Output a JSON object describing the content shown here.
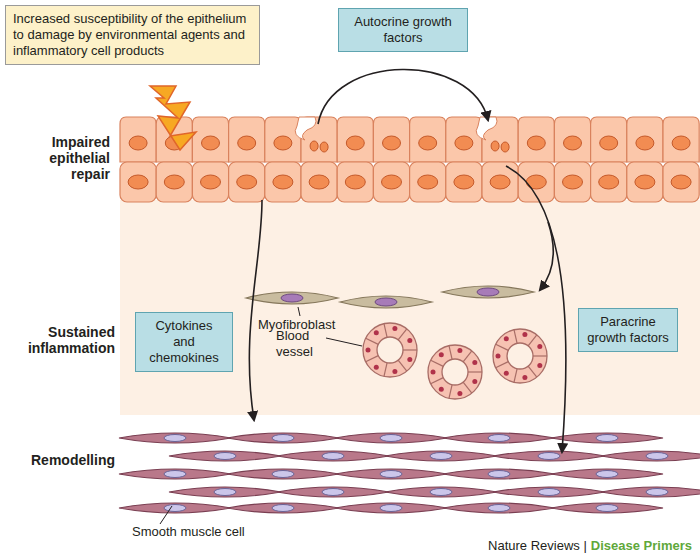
{
  "diagram": {
    "nodes": [
      {
        "text": [
          "Increased susceptibility of the epithelium to damage by environmental agents and inflammatory cell products"
        ]
      },
      {
        "text": [
          "Autocrine growth factors"
        ]
      },
      {
        "text": [
          "Cytokines and chemokines"
        ]
      },
      {
        "text": [
          "Paracrine growth factors"
        ]
      }
    ],
    "labels": [
      "Impaired epithelial repair",
      "Sustained inflammation",
      "Remodelling",
      "Myofibroblast",
      "Blood vessel",
      "Smooth muscle cell",
      "Nature Reviews |",
      "Disease Primers"
    ]
  }
}
